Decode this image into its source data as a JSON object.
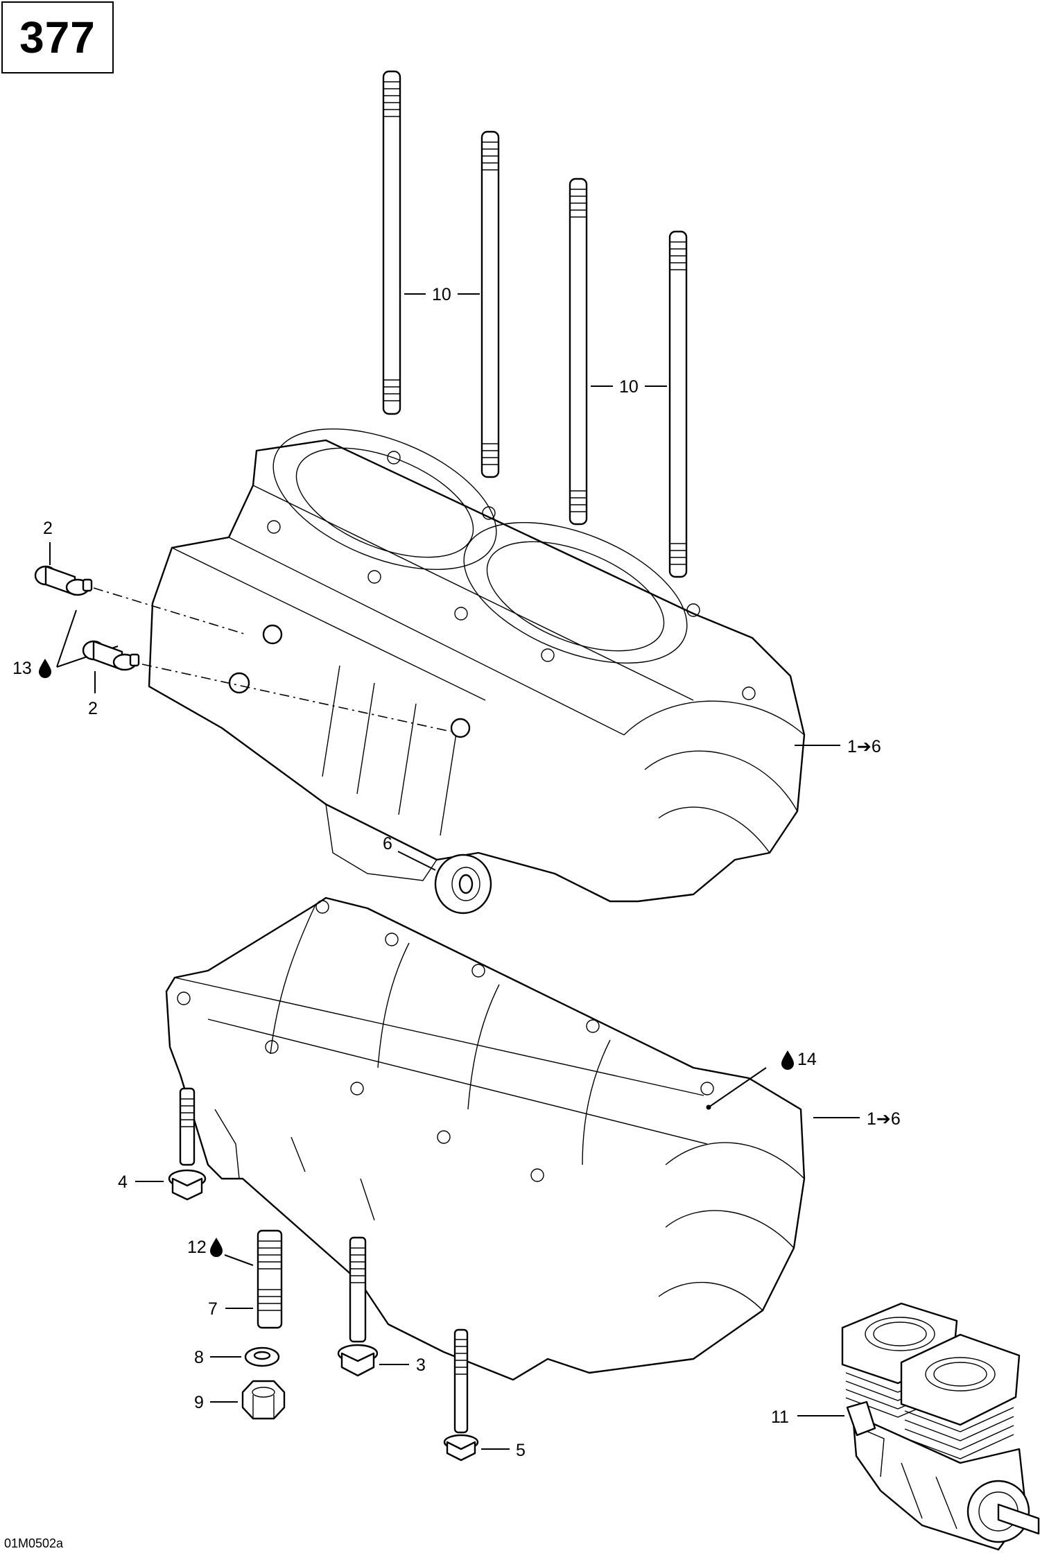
{
  "page_number": "377",
  "drawing_code": "01M0502a",
  "labels": {
    "stud_upper_left": "10",
    "stud_upper_right": "10",
    "fitting_top": "2",
    "fitting_bottom": "2",
    "sealant_fittings": "13",
    "upper_crankcase": "1➔6",
    "grommet": "6",
    "sealant_lower": "14",
    "lower_crankcase": "1➔6",
    "screw_left": "4",
    "sealant_stud": "12",
    "stud_short": "7",
    "lock_washer": "8",
    "nut": "9",
    "screw_middle": "3",
    "screw_right": "5",
    "engine_assembly": "11"
  }
}
